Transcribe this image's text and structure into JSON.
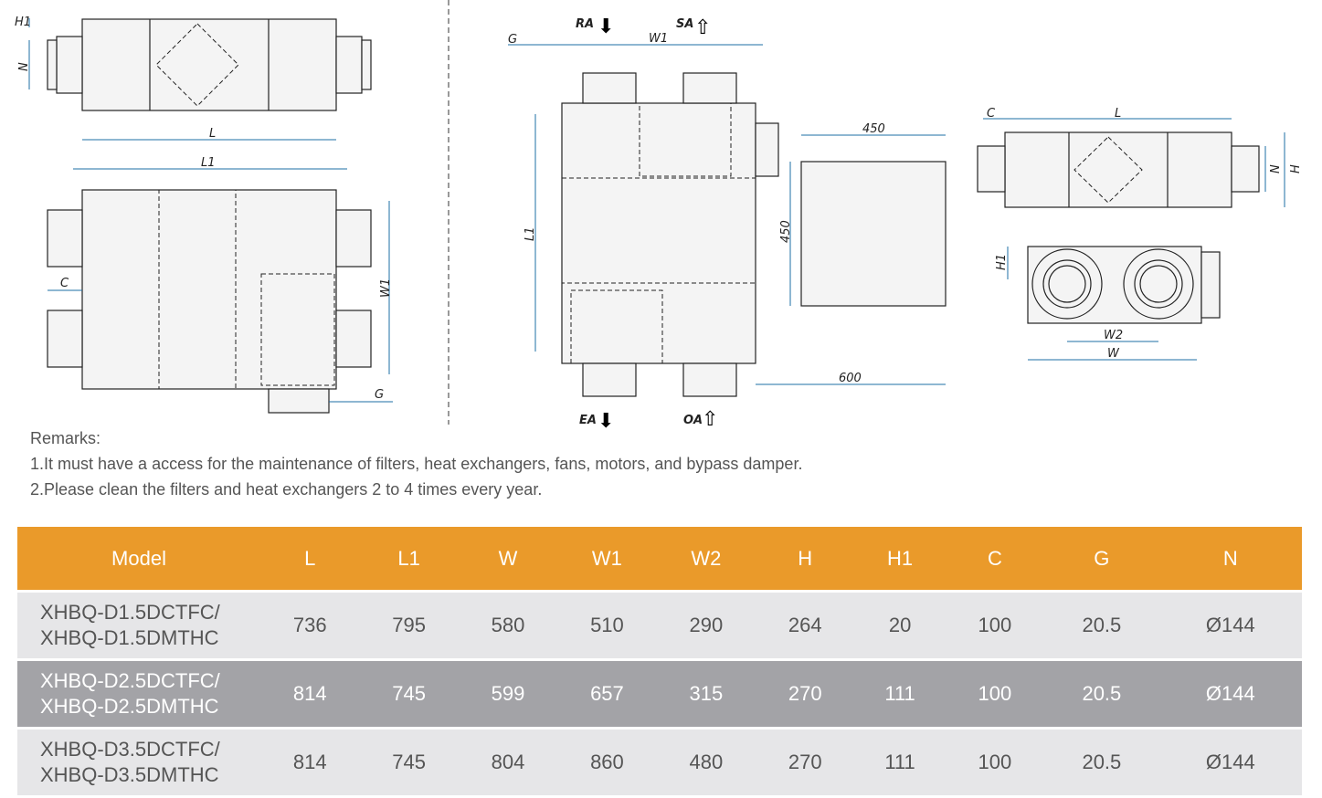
{
  "drawings": {
    "left_top": {
      "h1": "H1",
      "n": "N",
      "l": "L"
    },
    "left_bottom": {
      "l1": "L1",
      "c": "C",
      "w1": "W1",
      "g": "G"
    },
    "middle": {
      "ra": "RA",
      "sa": "SA",
      "ea": "EA",
      "oa": "OA",
      "g": "G",
      "w1": "W1",
      "l1": "L1",
      "dim_450_top": "450",
      "dim_450_side": "450",
      "dim_600": "600"
    },
    "right_top": {
      "c": "C",
      "l": "L",
      "n": "N",
      "h": "H"
    },
    "right_bottom": {
      "h1": "H1",
      "w2": "W2",
      "w": "W"
    }
  },
  "remarks": {
    "title": "Remarks:",
    "items": [
      "1.It must have a access for the maintenance of filters, heat exchangers, fans, motors, and bypass damper.",
      "2.Please clean the filters and heat exchangers 2 to 4 times every year."
    ]
  },
  "colors": {
    "header": "#ea9a2a",
    "row_light": "#e6e6e8",
    "row_dark": "#a3a3a7",
    "dimension": "#1d6fa5"
  },
  "table": {
    "headers": [
      "Model",
      "L",
      "L1",
      "W",
      "W1",
      "W2",
      "H",
      "H1",
      "C",
      "G",
      "N"
    ],
    "rows": [
      {
        "model": [
          "XHBQ-D1.5DCTFC/",
          "XHBQ-D1.5DMTHC"
        ],
        "values": [
          "736",
          "795",
          "580",
          "510",
          "290",
          "264",
          "20",
          "100",
          "20.5",
          "Ø144"
        ]
      },
      {
        "model": [
          "XHBQ-D2.5DCTFC/",
          "XHBQ-D2.5DMTHC"
        ],
        "values": [
          "814",
          "745",
          "599",
          "657",
          "315",
          "270",
          "111",
          "100",
          "20.5",
          "Ø144"
        ]
      },
      {
        "model": [
          "XHBQ-D3.5DCTFC/",
          "XHBQ-D3.5DMTHC"
        ],
        "values": [
          "814",
          "745",
          "804",
          "860",
          "480",
          "270",
          "111",
          "100",
          "20.5",
          "Ø144"
        ]
      }
    ]
  }
}
